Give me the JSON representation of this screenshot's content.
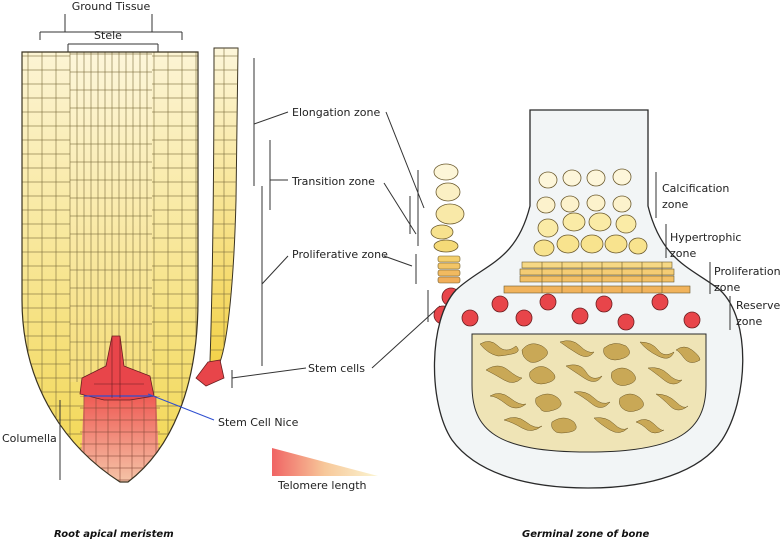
{
  "labels": {
    "ground_tissue": "Ground Tissue",
    "stele": "Stele",
    "elongation_zone": "Elongation zone",
    "transition_zone": "Transition zone",
    "proliferative_zone": "Proliferative zone",
    "stem_cells": "Stem cells",
    "stem_cell_niche": "Stem Cell Nice",
    "columella": "Columella",
    "telomere_length": "Telomere length",
    "calcification_zone_1": "Calcification",
    "calcification_zone_2": "zone",
    "hypertrophic_zone_1": "Hypertrophic",
    "hypertrophic_zone_2": "zone",
    "proliferation_zone_1": "Proliferation",
    "proliferation_zone_2": "zone",
    "reserve_zone_1": "Reserve",
    "reserve_zone_2": "zone"
  },
  "captions": {
    "left": "Root apical meristem",
    "right": "Germinal zone of bone"
  },
  "colors": {
    "stem_red": "#e8454a",
    "cell_yellow": "#f5e27a",
    "cell_pale": "#fbf3cf",
    "cell_orange": "#f3b866",
    "bone_fill": "#eadfae",
    "bone_trabecula": "#c9a856",
    "gradient_start": "#f06464",
    "gradient_end": "#fbf5d2"
  }
}
